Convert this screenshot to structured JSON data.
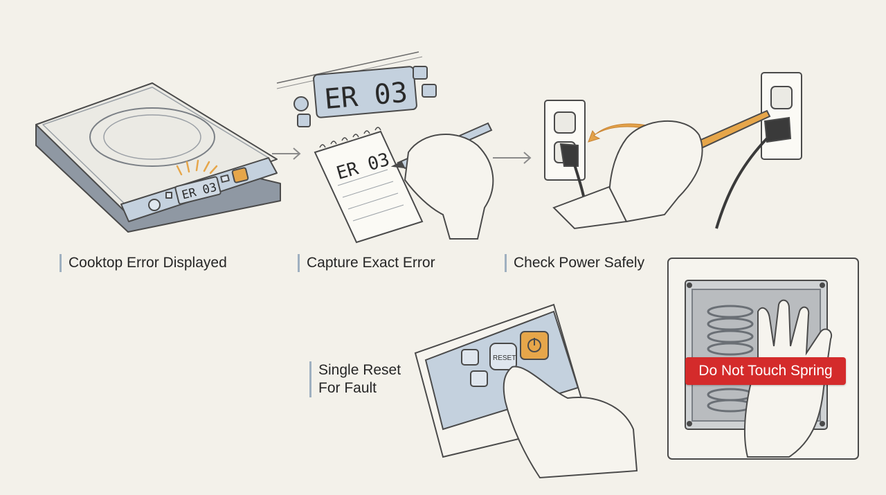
{
  "colors": {
    "background": "#f3f1ea",
    "panel_blue": "#c4d1de",
    "power_orange": "#e6a64a",
    "warning_red": "#d42b2b",
    "line": "#4a4a4a"
  },
  "steps": [
    {
      "id": "step-1",
      "caption": "Cooktop Error Displayed",
      "display_code": "ER 03"
    },
    {
      "id": "step-2",
      "caption": "Capture Exact Error",
      "display_code": "ER 03",
      "note_code": "ER 03"
    },
    {
      "id": "step-3",
      "caption": "Check Power Safely"
    },
    {
      "id": "step-4",
      "caption_lines": [
        "Single Reset",
        "For Fault"
      ],
      "button_label": "RESET"
    },
    {
      "id": "step-5",
      "warning": "Do Not Touch Spring"
    }
  ],
  "icons": [
    "power-icon",
    "up-arrow-icon",
    "down-arrow-icon",
    "minus-icon",
    "circle-button-icon",
    "arrow-right-icon"
  ]
}
